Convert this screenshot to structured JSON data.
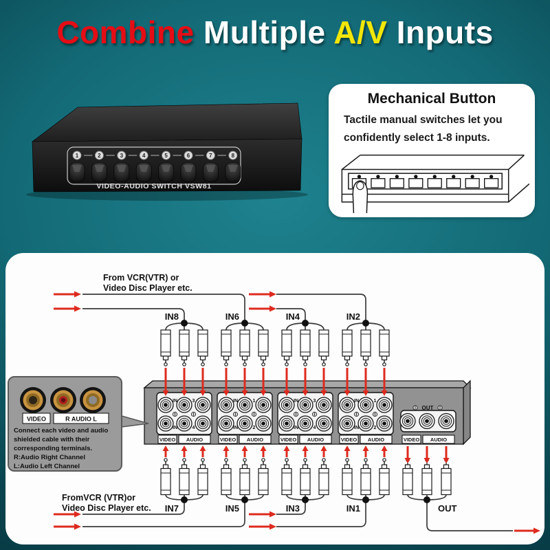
{
  "title": {
    "word1": "Combine",
    "word2": "Multiple",
    "word3": "A/V",
    "word4": "Inputs"
  },
  "device": {
    "buttons": [
      "1",
      "2",
      "3",
      "4",
      "5",
      "6",
      "7",
      "8"
    ],
    "caption": "VIDEO-AUDIO SWITCH VSW81"
  },
  "mechanical_card": {
    "heading": "Mechanical Button",
    "line1": "Tactile manual switches let you",
    "line2": "confidently select 1-8 inputs."
  },
  "diagram": {
    "top_source": {
      "line1": "From VCR(VTR) or",
      "line2": "Video Disc Player etc."
    },
    "bottom_source": {
      "line1": "FromVCR (VTR)or",
      "line2": "Video Disc Player etc."
    },
    "top_inputs": [
      "IN8",
      "IN6",
      "IN4",
      "IN2"
    ],
    "bottom_inputs": [
      "IN7",
      "IN5",
      "IN3",
      "IN1"
    ],
    "out_cable_label": "OUT",
    "panel": {
      "in_label": "IN",
      "out_label": "OUT",
      "video_label": "VIDEO",
      "audio_label": "AUDIO",
      "groups": [
        {
          "top_num": "3",
          "bottom_num": "4"
        },
        {
          "top_num": "1",
          "bottom_num": "2"
        },
        {
          "top_num": "3",
          "bottom_num": "4"
        },
        {
          "top_num": "1",
          "bottom_num": "2"
        }
      ]
    },
    "callout": {
      "video_label": "VIDEO",
      "audio_label": "R AUDIO L",
      "lines": [
        "Connect each video and audio",
        "shielded cable  with  their",
        "corresponding terminals.",
        "R:Audio Right Channel",
        "L:Audio Left Channel"
      ]
    }
  },
  "colors": {
    "arrow_red": "#de2a1e",
    "title_red": "#e50d15",
    "title_yellow": "#f2e609",
    "cable": "#3a3a3a"
  }
}
